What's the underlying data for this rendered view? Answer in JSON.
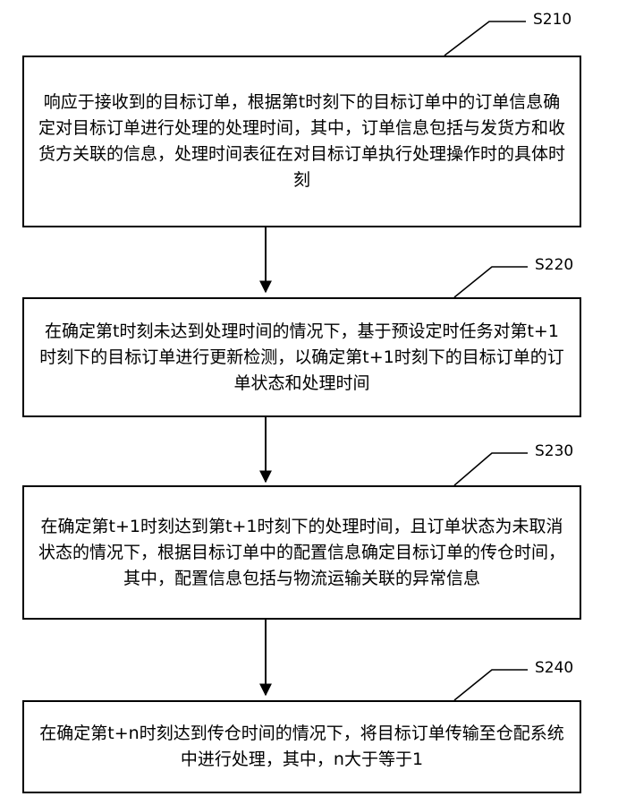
{
  "steps": [
    {
      "id": "S210",
      "text": "响应于接收到的目标订单，根据第t时刻下的目标订单中的订单信息确定对目标订单进行处理的处理时间，其中，订单信息包括与发货方和收货方关联的信息，处理时间表征在对目标订单执行处理操作时的具体时刻"
    },
    {
      "id": "S220",
      "text": "在确定第t时刻未达到处理时间的情况下，基于预设定时任务对第t+1时刻下的目标订单进行更新检测，以确定第t+1时刻下的目标订单的订单状态和处理时间"
    },
    {
      "id": "S230",
      "text": "在确定第t+1时刻达到第t+1时刻下的处理时间，且订单状态为未取消状态的情况下，根据目标订单中的配置信息确定目标订单的传仓时间，其中，配置信息包括与物流运输关联的异常信息"
    },
    {
      "id": "S240",
      "text": "在确定第t+n时刻达到传仓时间的情况下，将目标订单传输至仓配系统中进行处理，其中，n大于等于1"
    }
  ]
}
